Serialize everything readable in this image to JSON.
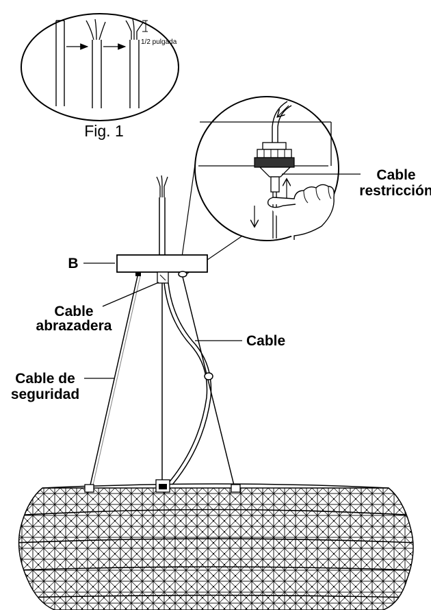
{
  "figure1": {
    "caption": "Fig. 1",
    "strip_length_label": "1/2 pulgada"
  },
  "labels": {
    "canopy": "B",
    "cable_clamp_line1": "Cable",
    "cable_clamp_line2": "abrazadera",
    "cable": "Cable",
    "safety_cable_line1": "Cable de",
    "safety_cable_line2": "seguridad",
    "restriction_cable_line1": "Cable",
    "restriction_cable_line2": "restricción"
  },
  "colors": {
    "ink": "#000000",
    "paper": "#ffffff"
  }
}
